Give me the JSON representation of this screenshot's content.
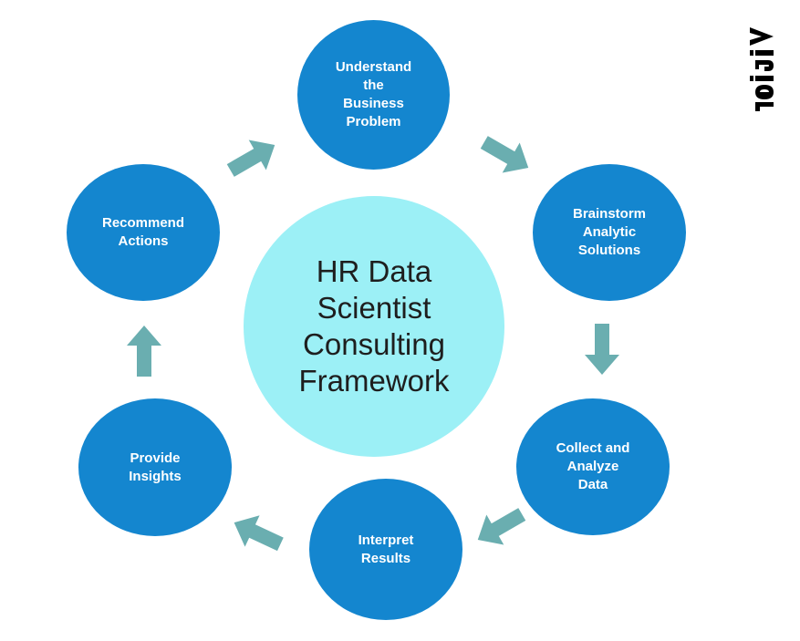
{
  "diagram": {
    "center": "HR Data\nScientist\nConsulting\nFramework",
    "steps": [
      "Understand\nthe\nBusiness\nProblem",
      "Brainstorm\nAnalytic\nSolutions",
      "Collect and\nAnalyze\nData",
      "Interpret\nResults",
      "Provide\nInsights",
      "Recommend\nActions"
    ],
    "logo_text": "visier"
  },
  "colors": {
    "step_fill": "#1486cf",
    "center_fill": "#9cf0f6",
    "arrow_fill": "#6aaeb0",
    "text_on_step": "#ffffff"
  }
}
